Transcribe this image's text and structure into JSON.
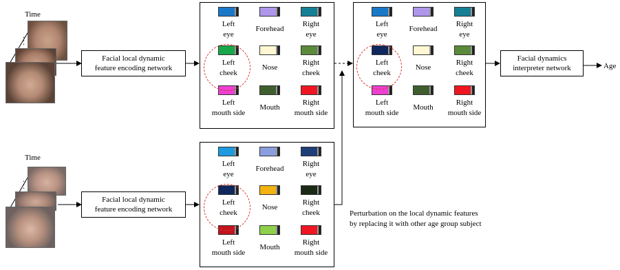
{
  "time_label": "Time",
  "encoder_label": {
    "line1": "Facial local dynamic",
    "line2": "feature encoding network"
  },
  "interpreter_label": {
    "line1": "Facial dynamics",
    "line2": "interpreter network"
  },
  "output_label": "Age",
  "perturbation_note": {
    "line1": "Perturbation on the local dynamic features",
    "line2": "by replacing it with other age group subject"
  },
  "regions": [
    {
      "lines": [
        "Left",
        "eye"
      ]
    },
    {
      "lines": [
        "Forehead"
      ]
    },
    {
      "lines": [
        "Right",
        "eye"
      ]
    },
    {
      "lines": [
        "Left",
        "cheek"
      ]
    },
    {
      "lines": [
        "Nose"
      ]
    },
    {
      "lines": [
        "Right",
        "cheek"
      ]
    },
    {
      "lines": [
        "Left",
        "mouth side"
      ]
    },
    {
      "lines": [
        "Mouth"
      ]
    },
    {
      "lines": [
        "Right",
        "mouth side"
      ]
    }
  ],
  "panels": {
    "top": [
      "#1a78c8",
      "#ae96ea",
      "#157f95",
      "#18a84a",
      "#fff8d2",
      "#5b8a3a",
      "#ee3fd3",
      "#3f5e2e",
      "#f01621"
    ],
    "bottom": [
      "#1e9ae0",
      "#8a9ede",
      "#1e3e78",
      "#10275e",
      "#f2b210",
      "#1a2a14",
      "#c3131f",
      "#8ed04a",
      "#f01621"
    ],
    "result": [
      "#1a78c8",
      "#ae96ea",
      "#157f95",
      "#10275e",
      "#fff8d2",
      "#5b8a3a",
      "#ee3fd3",
      "#3f5e2e",
      "#f01621"
    ]
  },
  "highlight_region": "left-cheek",
  "colors": {
    "highlight_circle": "#d9312c",
    "line": "#000000"
  }
}
